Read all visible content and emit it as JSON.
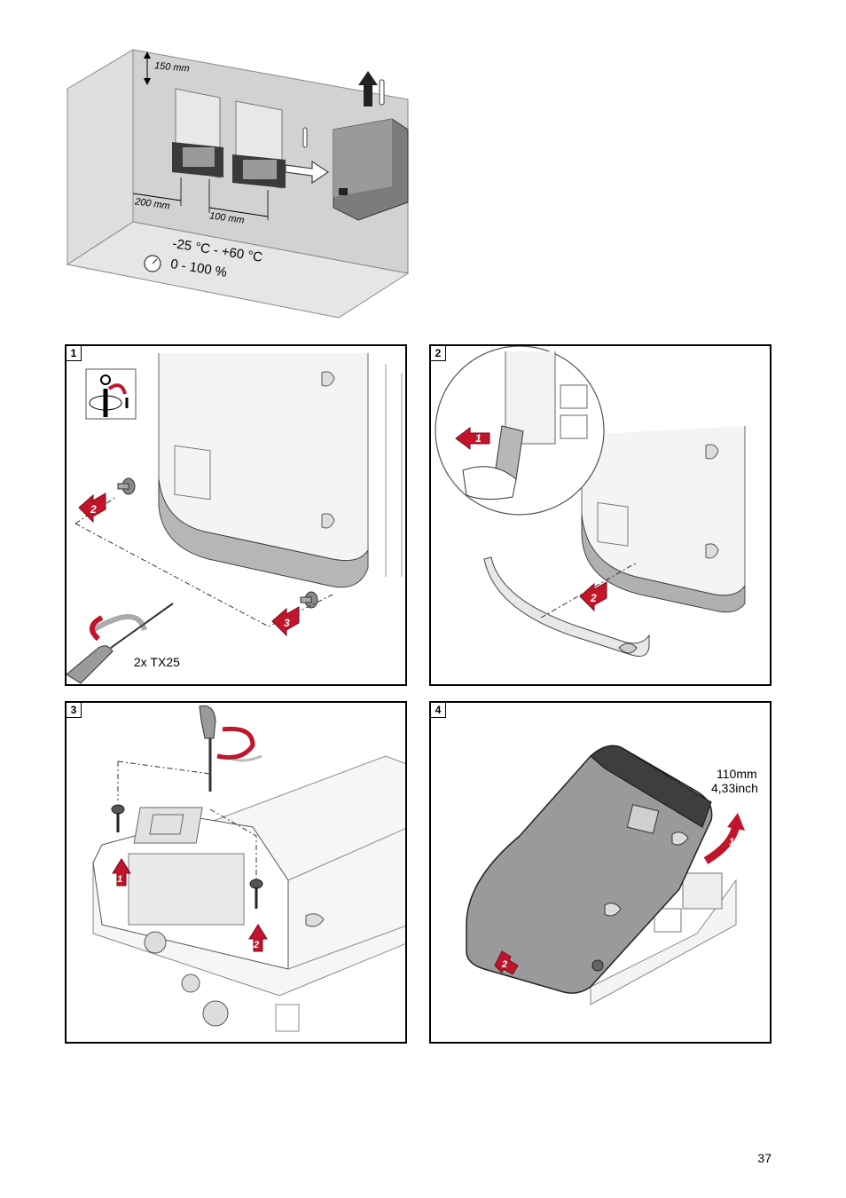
{
  "clearance": {
    "top": "150 mm",
    "side": "200 mm",
    "between": "100 mm",
    "temperature": "-25 °C - +60 °C",
    "humidity": "0 - 100 %"
  },
  "panels": [
    {
      "number": "1",
      "tool_label": "2x TX25",
      "steps": [
        "2",
        "3"
      ]
    },
    {
      "number": "2",
      "steps": [
        "1",
        "2"
      ]
    },
    {
      "number": "3",
      "steps": [
        "1",
        "2"
      ]
    },
    {
      "number": "4",
      "steps": [
        "1",
        "2"
      ],
      "lift_mm": "110mm",
      "lift_inch": "4,33inch"
    }
  ],
  "page_number": "37",
  "colors": {
    "arrow_red": "#c0152b",
    "wall_grey": "#d4d4d4",
    "device_grey": "#8a8a8a",
    "cover_grey": "#bdbdbd"
  }
}
